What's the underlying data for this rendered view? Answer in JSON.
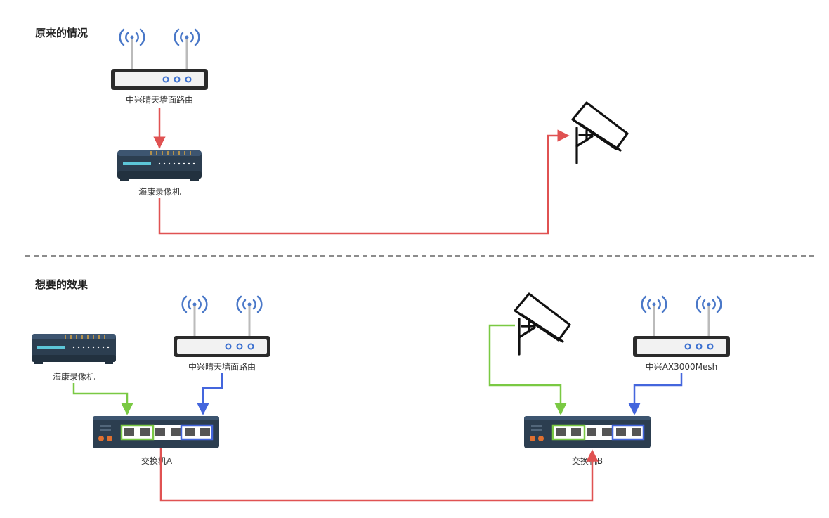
{
  "sections": {
    "before_title": "原来的情况",
    "after_title": "想要的效果"
  },
  "devices": {
    "router_top": "中兴晴天墙面路由",
    "nvr_top": "海康录像机",
    "nvr_bottom": "海康录像机",
    "router_bottom": "中兴晴天墙面路由",
    "mesh_router": "中兴AX3000Mesh",
    "switch_a": "交换机A",
    "switch_b": "交换机B"
  },
  "colors": {
    "red_link": "#e05252",
    "green_link": "#7ac943",
    "blue_link": "#4466dd",
    "wifi_blue": "#4a78c8",
    "device_dark": "#2c3e50"
  },
  "icons": {
    "router": "router-icon",
    "nvr": "nvr-icon",
    "camera": "security-camera-icon",
    "switch": "network-switch-icon"
  }
}
